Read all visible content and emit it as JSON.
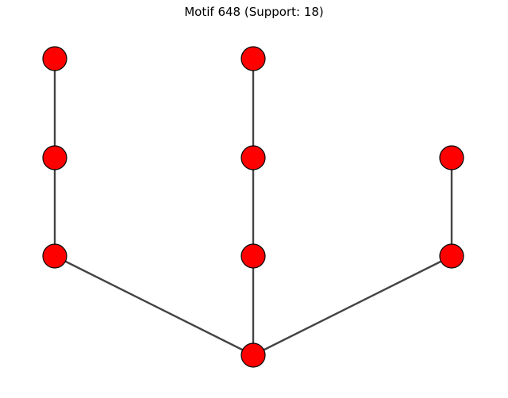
{
  "title": "Motif 648 (Support: 18)",
  "colors": {
    "node_fill": "#ff0000",
    "node_stroke": "#000000",
    "edge": "#444444"
  },
  "graph": {
    "nodes": [
      {
        "id": "n1"
      },
      {
        "id": "n2"
      },
      {
        "id": "n3"
      },
      {
        "id": "n4"
      },
      {
        "id": "n5"
      },
      {
        "id": "n6"
      },
      {
        "id": "n7"
      },
      {
        "id": "n8"
      },
      {
        "id": "n9"
      }
    ],
    "edges": [
      {
        "source": "n1",
        "target": "n2"
      },
      {
        "source": "n2",
        "target": "n3"
      },
      {
        "source": "n4",
        "target": "n5"
      },
      {
        "source": "n5",
        "target": "n6"
      },
      {
        "source": "n7",
        "target": "n8"
      },
      {
        "source": "n3",
        "target": "n9"
      },
      {
        "source": "n6",
        "target": "n9"
      },
      {
        "source": "n8",
        "target": "n9"
      }
    ]
  }
}
